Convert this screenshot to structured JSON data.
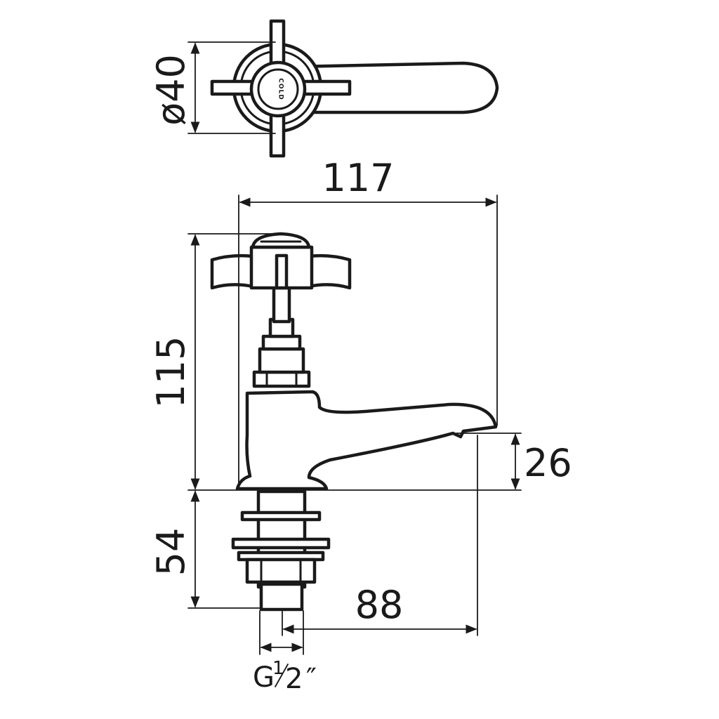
{
  "drawing": {
    "dimensions": {
      "head_diameter": "ø40",
      "overall_reach": "117",
      "overall_height": "115",
      "spout_height": "26",
      "shank_length": "54",
      "spout_projection": "88"
    },
    "thread": {
      "prefix": "G",
      "numerator": "1",
      "denominator": "2",
      "unit": "″"
    },
    "head_label": "COLD"
  }
}
